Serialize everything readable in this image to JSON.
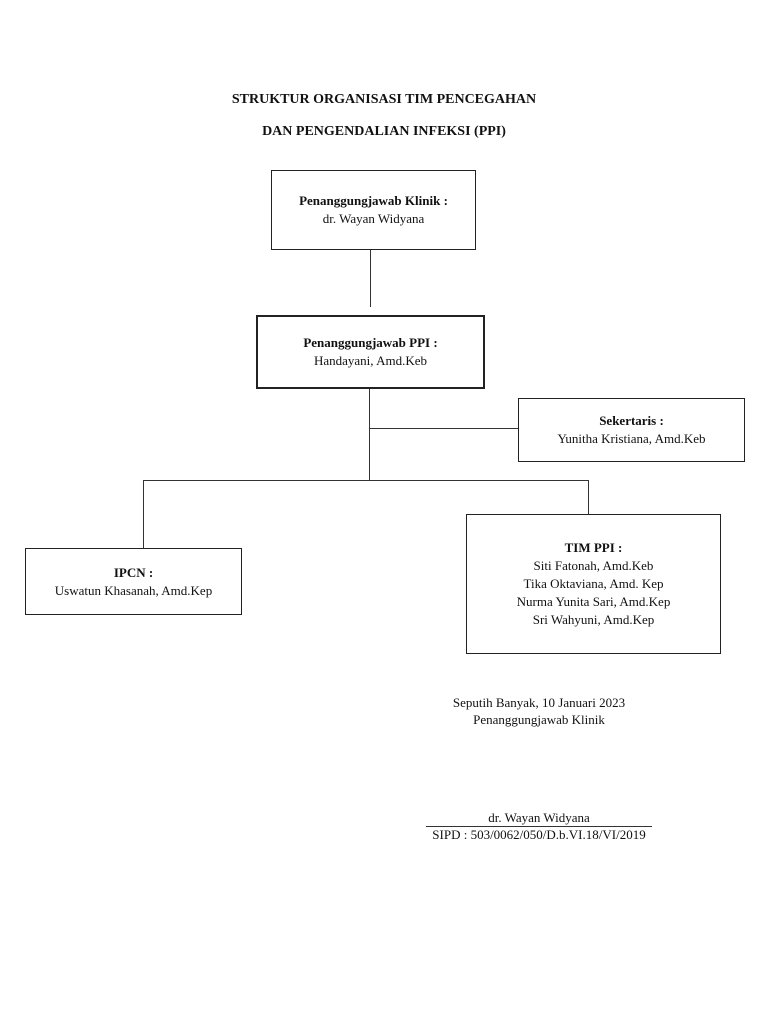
{
  "title_line1": "STRUKTUR ORGANISASI TIM PENCEGAHAN",
  "title_line2": "DAN PENGENDALIAN INFEKSI (PPI)",
  "klinik": {
    "role": "Penanggungjawab Klinik :",
    "name": "dr. Wayan Widyana"
  },
  "ppi": {
    "role": "Penanggungjawab PPI :",
    "name": "Handayani, Amd.Keb"
  },
  "sekertaris": {
    "role": "Sekertaris :",
    "name": "Yunitha Kristiana, Amd.Keb"
  },
  "ipcn": {
    "role": "IPCN :",
    "name": "Uswatun Khasanah, Amd.Kep"
  },
  "tim": {
    "role": "TIM PPI :",
    "members": [
      "Siti Fatonah, Amd.Keb",
      "Tika Oktaviana, Amd. Kep",
      "Nurma Yunita Sari, Amd.Kep",
      "Sri Wahyuni, Amd.Kep"
    ]
  },
  "signature": {
    "place_date": "Seputih Banyak, 10 Januari 2023",
    "position": "Penanggungjawab Klinik",
    "name": "dr. Wayan Widyana",
    "sipd": "SIPD : 503/0062/050/D.b.VI.18/VI/2019"
  }
}
